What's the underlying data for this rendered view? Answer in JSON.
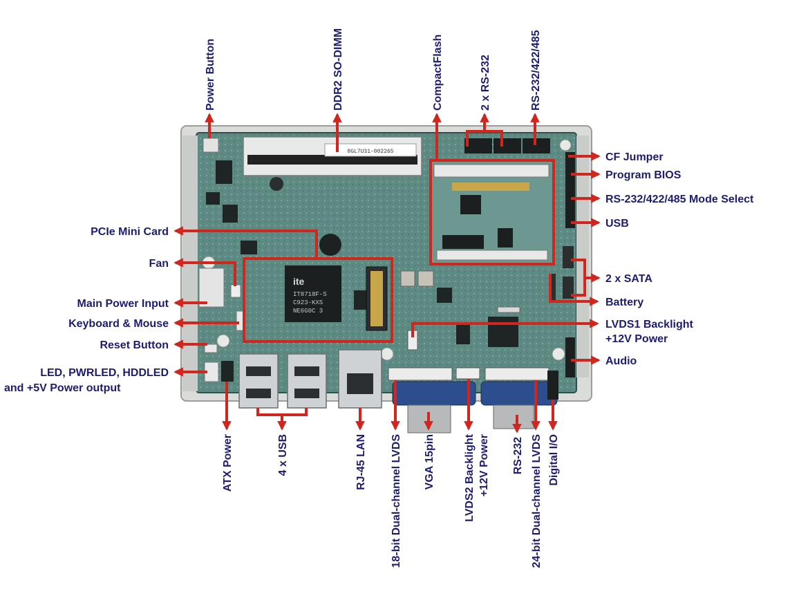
{
  "colors": {
    "pcb_green": "#5e8a84",
    "pcb_dark": "#3f6b66",
    "frame_metal": "#d9dcd8",
    "callout_red": "#d0261e",
    "label_navy": "#1c1c72",
    "port_blue": "#2c4e8e"
  },
  "labels": {
    "power_button": "Power Button",
    "ddr2_sodimm": "DDR2 SO-DIMM",
    "compactflash": "CompactFlash",
    "rs232_x2": "2 x RS-232",
    "rs232_422_485": "RS-232/422/485",
    "cf_jumper": "CF Jumper",
    "program_bios": "Program BIOS",
    "rs_mode_select": "RS-232/422/485 Mode Select",
    "usb_right": "USB",
    "sata_x2": "2 x SATA",
    "battery": "Battery",
    "lvds1_line1": "LVDS1 Backlight",
    "lvds1_line2": "+12V Power",
    "audio": "Audio",
    "pcie_mini": "PCIe Mini Card",
    "fan": "Fan",
    "main_power": "Main Power Input",
    "keyboard_mouse": "Keyboard & Mouse",
    "reset_button": "Reset Button",
    "led_line1": "LED, PWRLED, HDDLED",
    "led_line2": "and +5V Power output",
    "atx_power": "ATX Power",
    "usb_x4": "4 x USB",
    "rj45": "RJ-45 LAN",
    "lvds18": "18-bit Dual-channel LVDS",
    "vga": "VGA 15pin",
    "lvds2_line1": "LVDS2 Backlight",
    "lvds2_line2": "+12V Power",
    "rs232_bottom": "RS-232",
    "lvds24": "24-bit Dual-channel LVDS",
    "digital_io": "Digital I/O"
  },
  "board_markings": {
    "chip_brand": "ite",
    "chip_line1": "IT8718F-S",
    "chip_line2": "C923-KXS",
    "chip_line3": "NE6G0C 3",
    "dimm_sticker": "8GL7U31-002265"
  }
}
